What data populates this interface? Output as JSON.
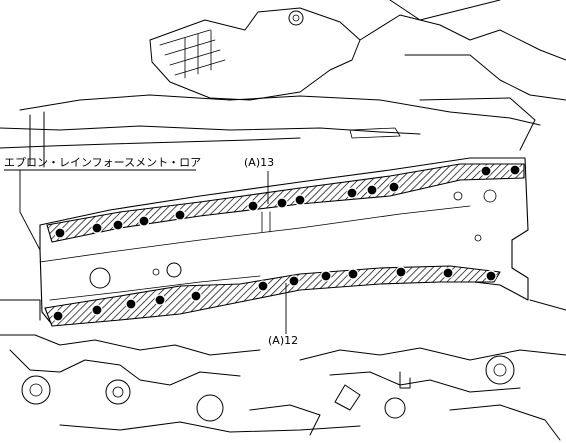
{
  "labels": {
    "apron": "エプロン・レインフォースメント・ロア",
    "upper_weld": "(A)13",
    "lower_weld": "(A)12"
  },
  "weld_points": {
    "upper_count": 13,
    "lower_count": 12
  }
}
